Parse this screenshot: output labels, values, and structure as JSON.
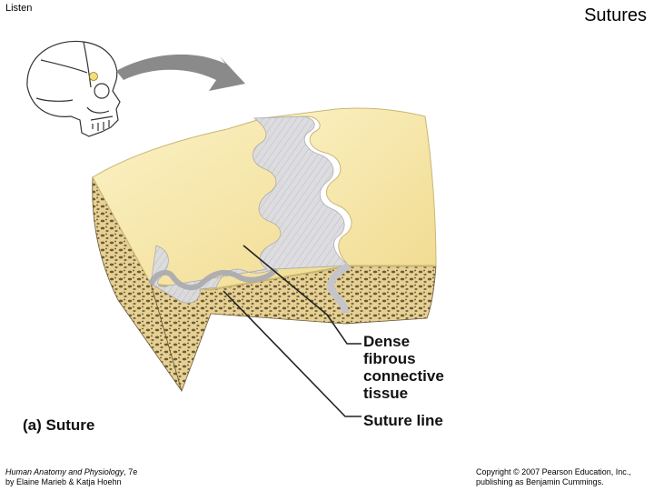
{
  "header": {
    "listen": "Listen",
    "title": "Sutures"
  },
  "figure": {
    "callout_dense": [
      "Dense",
      "fibrous",
      "connective",
      "tissue"
    ],
    "callout_suture_line": "Suture line",
    "caption": "(a) Suture"
  },
  "footer": {
    "book_title": "Human Anatomy and Physiology",
    "edition": ", 7e",
    "authors": "by Elaine Marieb & Katja Hoehn",
    "copyright_line1": "Copyright © 2007 Pearson Education, Inc.,",
    "copyright_line2": "publishing as Benjamin Cummings."
  },
  "colors": {
    "bone_top": "#f6e6a8",
    "bone_side": "#e8d79a",
    "spongy_bone": "#6b5a3a",
    "fibrous_tissue": "#d8d8dc",
    "arrow": "#808080"
  }
}
